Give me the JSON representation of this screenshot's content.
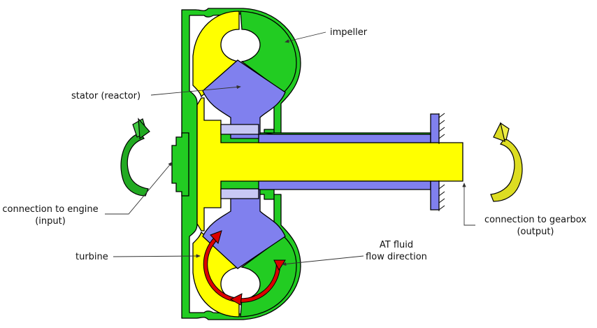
{
  "labels": {
    "impeller": "impeller",
    "stator": "stator (reactor)",
    "engine_line1": "connection to engine",
    "engine_line2": "(input)",
    "gearbox_line1": "connection to gearbox",
    "gearbox_line2": "(output)",
    "turbine": "turbine",
    "fluid_line1": "AT fluid",
    "fluid_line2": "flow direction"
  },
  "colors": {
    "impeller": "#22cc22",
    "turbine": "#ffff00",
    "stator": "#8080ee",
    "fluid_arrow": "#dd0000",
    "input_arrow": "#22aa22",
    "output_arrow": "#dddd22",
    "outline": "#000000"
  }
}
